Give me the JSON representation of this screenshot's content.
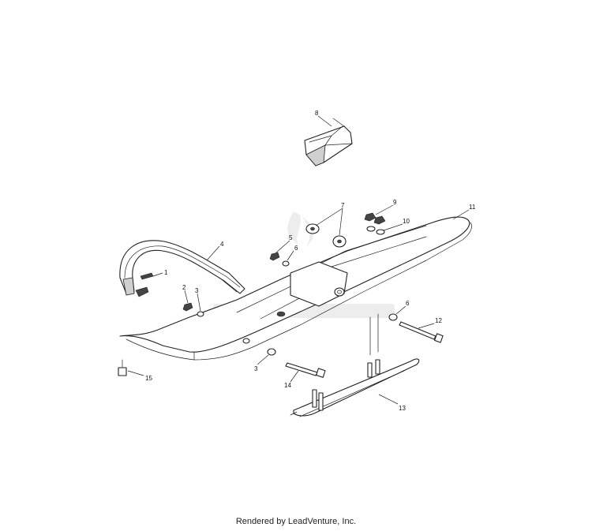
{
  "callouts": [
    {
      "id": "1",
      "text": "1"
    },
    {
      "id": "2",
      "text": "2"
    },
    {
      "id": "3a",
      "text": "3"
    },
    {
      "id": "3b",
      "text": "3"
    },
    {
      "id": "4",
      "text": "4"
    },
    {
      "id": "5",
      "text": "5"
    },
    {
      "id": "6a",
      "text": "6"
    },
    {
      "id": "6b",
      "text": "6"
    },
    {
      "id": "7",
      "text": "7"
    },
    {
      "id": "8",
      "text": "8"
    },
    {
      "id": "9",
      "text": "9"
    },
    {
      "id": "10",
      "text": "10"
    },
    {
      "id": "11",
      "text": "11"
    },
    {
      "id": "12",
      "text": "12"
    },
    {
      "id": "13",
      "text": "13"
    },
    {
      "id": "14",
      "text": "14"
    },
    {
      "id": "15",
      "text": "15"
    }
  ],
  "footer": {
    "text": "Rendered by LeadVenture, Inc."
  }
}
